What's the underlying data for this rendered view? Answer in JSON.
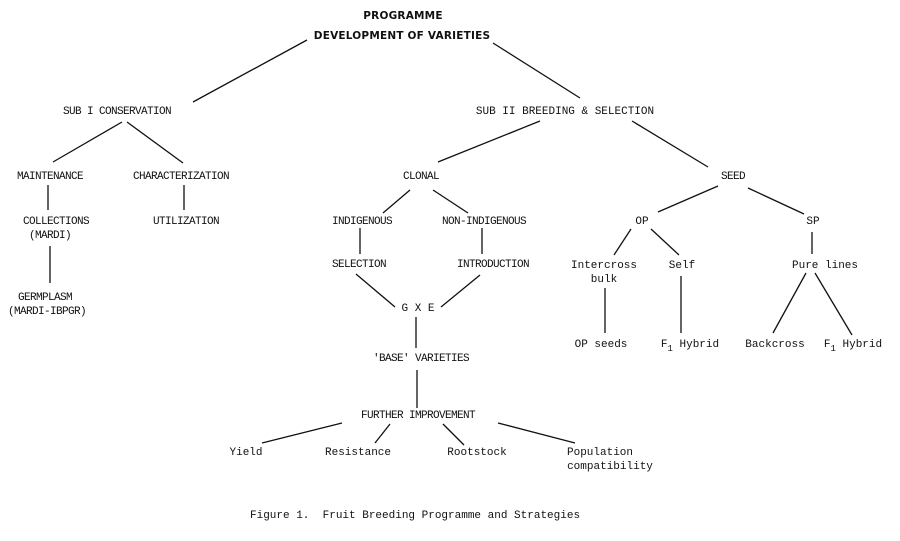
{
  "diagram": {
    "root": {
      "line1": "PROGRAMME",
      "line2": "DEVELOPMENT OF VARIETIES"
    },
    "sub1": {
      "label": "SUB I CONSERVATION",
      "maintenance": "MAINTENANCE",
      "characterization": "CHARACTERIZATION",
      "collections_line1": "COLLECTIONS",
      "collections_line2": "(MARDI)",
      "utilization": "UTILIZATION",
      "germplasm_line1": "GERMPLASM",
      "germplasm_line2": "(MARDI-IBPGR)"
    },
    "sub2": {
      "label": "SUB II BREEDING & SELECTION",
      "clonal": {
        "label": "CLONAL",
        "indigenous": "INDIGENOUS",
        "non_indigenous": "NON-INDIGENOUS",
        "selection": "SELECTION",
        "introduction": "INTRODUCTION",
        "gxe": "G X E",
        "base_varieties": "'BASE' VARIETIES",
        "further_improvement": "FURTHER IMPROVEMENT",
        "improvements": [
          "Yield",
          "Resistance",
          "Rootstock"
        ],
        "population_line1": "Population",
        "population_line2": "compatibility"
      },
      "seed": {
        "label": "SEED",
        "op": "OP",
        "sp": "SP",
        "intercross_line1": "Intercross",
        "intercross_line2": "bulk",
        "self": "Self",
        "pure_lines": "Pure lines",
        "op_seeds": "OP seeds",
        "f1_hybrid_prefix": "F",
        "f1_hybrid_sub": "1",
        "f1_hybrid_suffix": " Hybrid",
        "backcross": "Backcross"
      }
    },
    "caption": "Figure 1.  Fruit Breeding Programme and Strategies"
  }
}
